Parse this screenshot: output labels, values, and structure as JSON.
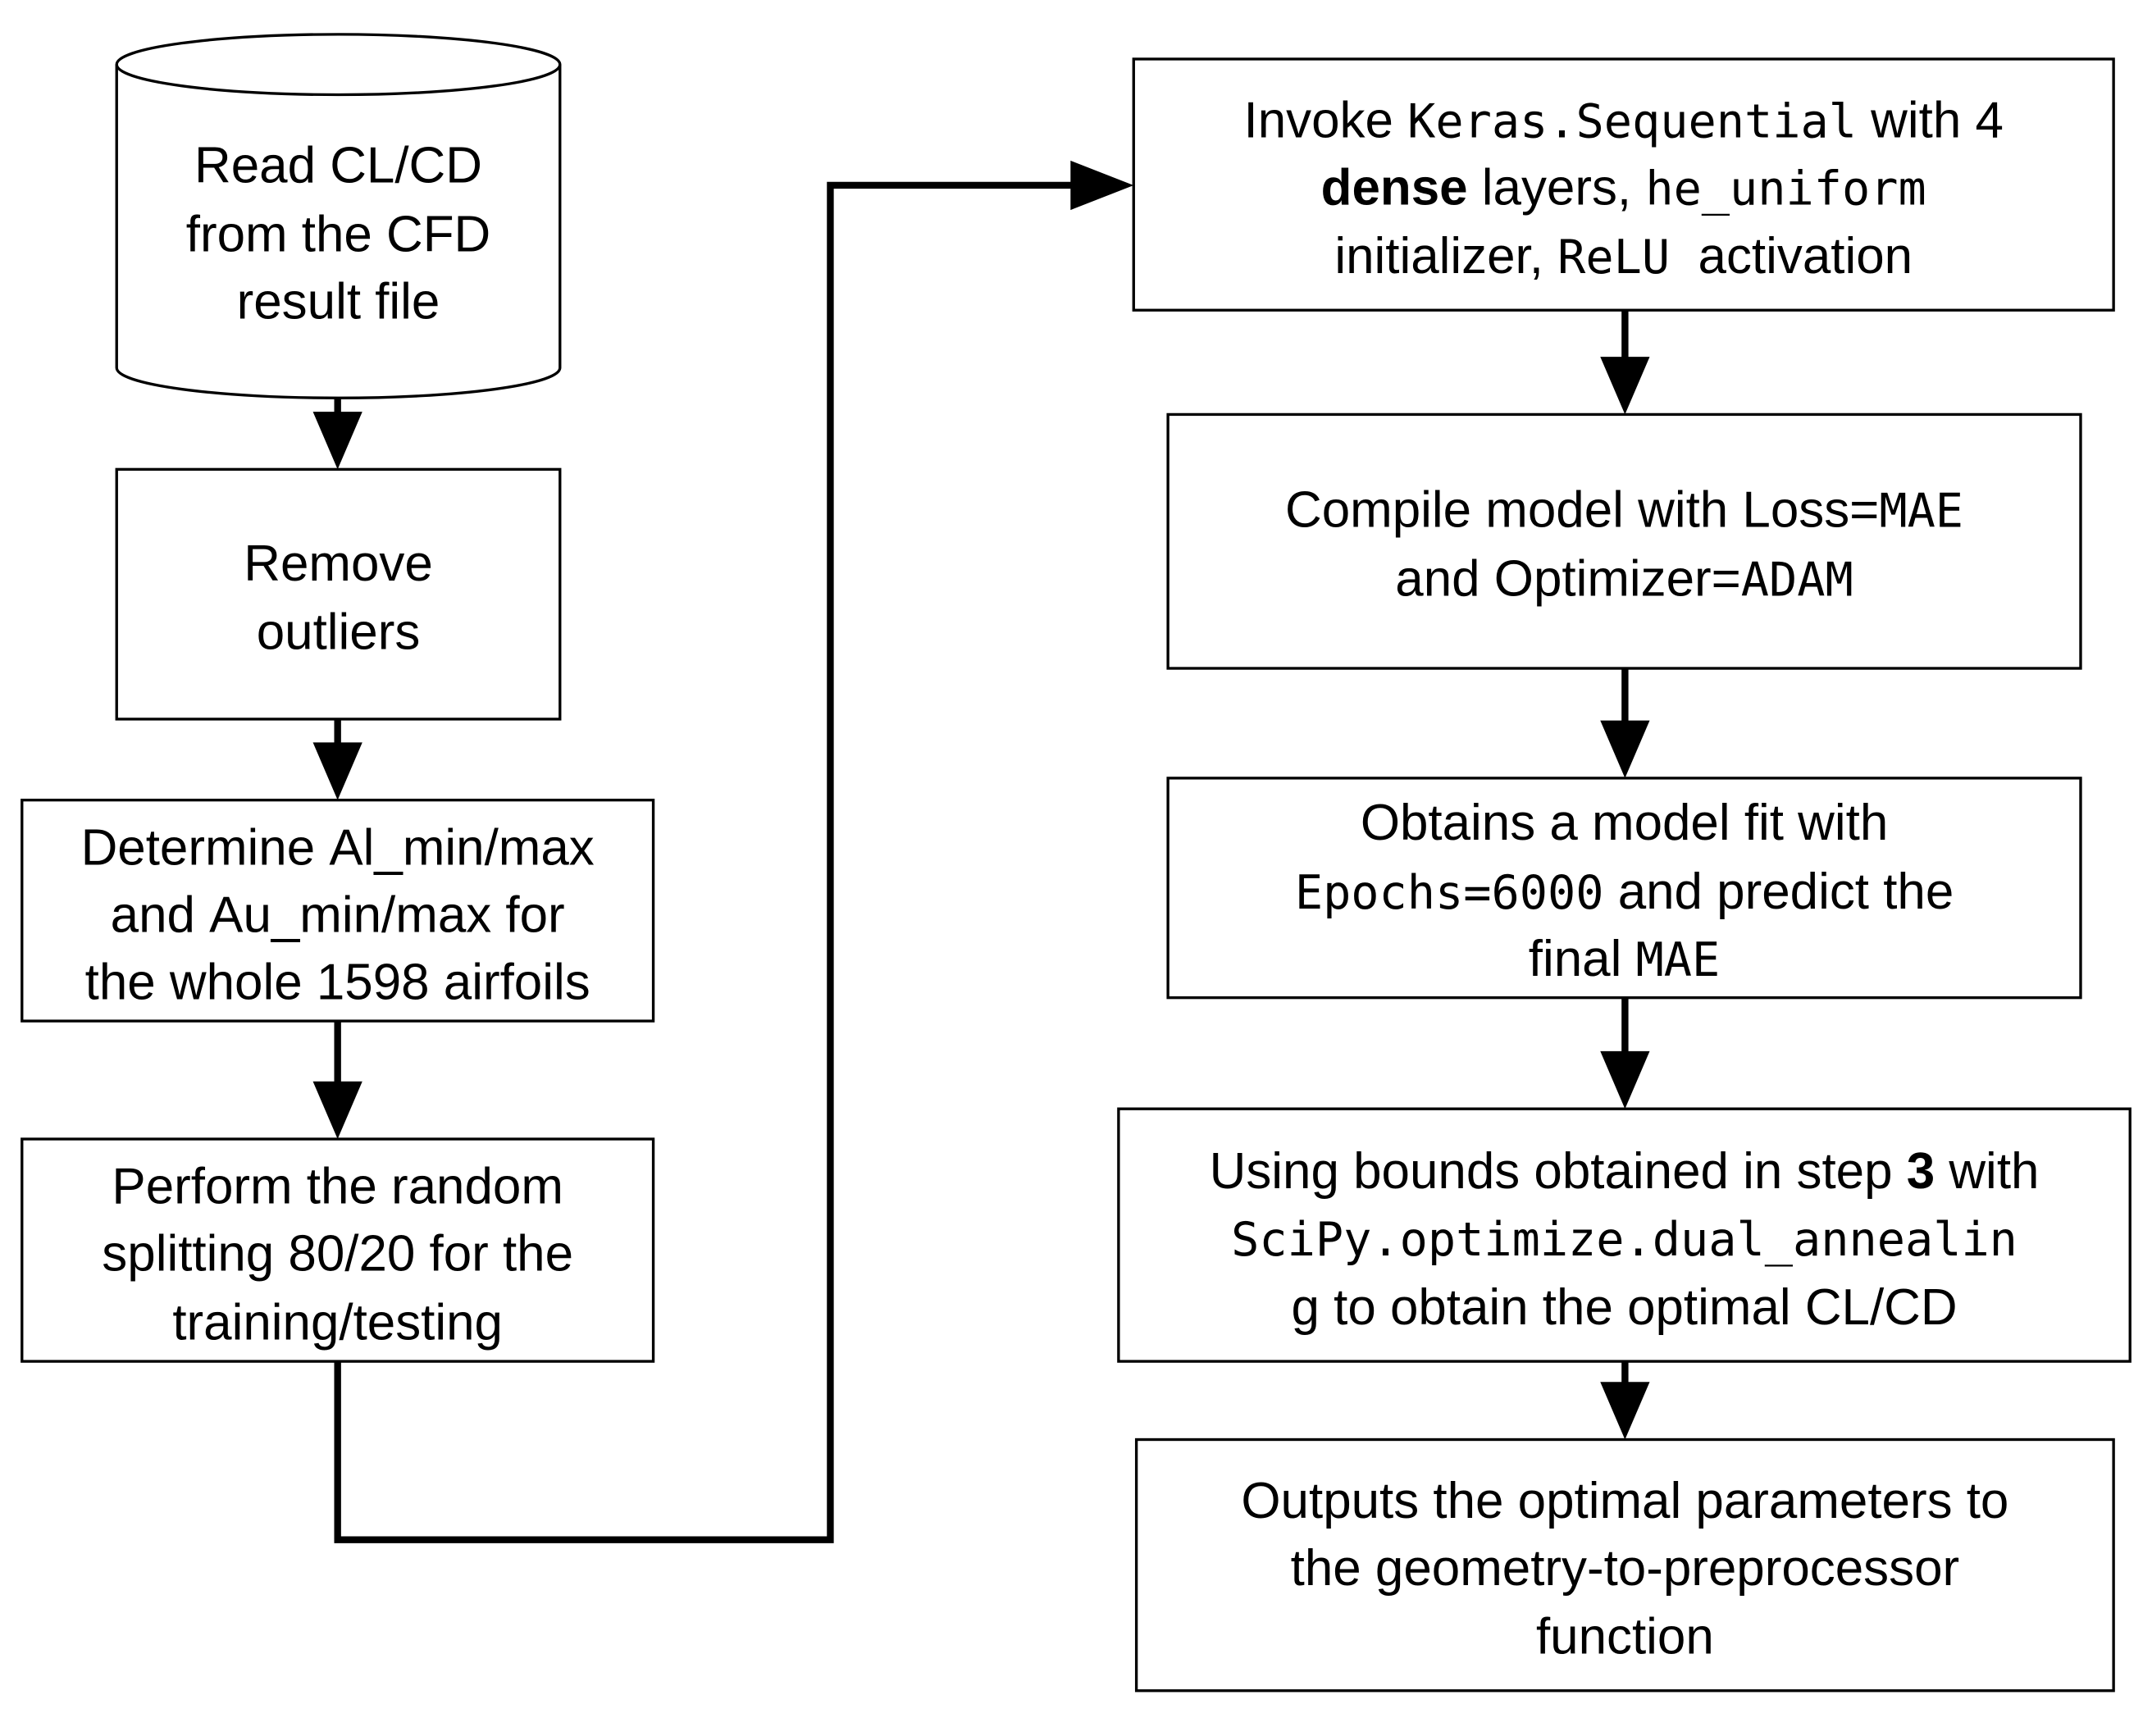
{
  "colors": {
    "stroke": "#000000",
    "fill": "#ffffff"
  },
  "nodes": [
    {
      "id": "read-cl-cd",
      "shape": "cylinder",
      "lines": [
        [
          {
            "text": "Read CL/CD"
          }
        ],
        [
          {
            "text": "from the CFD"
          }
        ],
        [
          {
            "text": "result file"
          }
        ]
      ]
    },
    {
      "id": "remove-outliers",
      "shape": "rect",
      "lines": [
        [
          {
            "text": "Remove"
          }
        ],
        [
          {
            "text": "outliers"
          }
        ]
      ]
    },
    {
      "id": "determine-bounds",
      "shape": "rect",
      "lines": [
        [
          {
            "text": "Determine Al_min/max"
          }
        ],
        [
          {
            "text": "and Au_min/max for"
          }
        ],
        [
          {
            "text": "the whole 1598 airfoils"
          }
        ]
      ]
    },
    {
      "id": "random-splitting",
      "shape": "rect",
      "lines": [
        [
          {
            "text": "Perform the random"
          }
        ],
        [
          {
            "text": "splitting 80/20 for the"
          }
        ],
        [
          {
            "text": "training/testing"
          }
        ]
      ]
    },
    {
      "id": "invoke-keras",
      "shape": "rect",
      "lines": [
        [
          {
            "text": "Invoke "
          },
          {
            "text": "Keras.Sequential",
            "style": "mono"
          },
          {
            "text": " with 4"
          }
        ],
        [
          {
            "text": "dense",
            "style": "bold"
          },
          {
            "text": " layers, "
          },
          {
            "text": "he_uniform",
            "style": "mono"
          }
        ],
        [
          {
            "text": "initializer, "
          },
          {
            "text": "ReLU",
            "style": "mono"
          },
          {
            "text": "  activation"
          }
        ]
      ]
    },
    {
      "id": "compile-model",
      "shape": "rect",
      "lines": [
        [
          {
            "text": "Compile model with Loss="
          },
          {
            "text": "MAE",
            "style": "mono"
          }
        ],
        [
          {
            "text": "and Optimizer="
          },
          {
            "text": "ADAM",
            "style": "mono"
          }
        ]
      ]
    },
    {
      "id": "model-fit",
      "shape": "rect",
      "lines": [
        [
          {
            "text": "Obtains a model fit with"
          }
        ],
        [
          {
            "text": "Epochs=6000",
            "style": "mono"
          },
          {
            "text": " and predict the"
          }
        ],
        [
          {
            "text": "final "
          },
          {
            "text": "MAE",
            "style": "mono"
          }
        ]
      ]
    },
    {
      "id": "dual-annealing",
      "shape": "rect",
      "lines": [
        [
          {
            "text": "Using bounds obtained in step "
          },
          {
            "text": "3",
            "style": "bold"
          },
          {
            "text": " with"
          }
        ],
        [
          {
            "text": "SciPy.optimize.dual_annealin",
            "style": "mono"
          }
        ],
        [
          {
            "text": "g to obtain the optimal CL/CD"
          }
        ]
      ]
    },
    {
      "id": "outputs-parameters",
      "shape": "rect",
      "lines": [
        [
          {
            "text": "Outputs the optimal parameters to"
          }
        ],
        [
          {
            "text": "the geometry-to-preprocessor"
          }
        ],
        [
          {
            "text": "function"
          }
        ]
      ]
    }
  ],
  "edges": [
    {
      "from": "read-cl-cd",
      "to": "remove-outliers"
    },
    {
      "from": "remove-outliers",
      "to": "determine-bounds"
    },
    {
      "from": "determine-bounds",
      "to": "random-splitting"
    },
    {
      "from": "random-splitting",
      "to": "invoke-keras"
    },
    {
      "from": "invoke-keras",
      "to": "compile-model"
    },
    {
      "from": "compile-model",
      "to": "model-fit"
    },
    {
      "from": "model-fit",
      "to": "dual-annealing"
    },
    {
      "from": "dual-annealing",
      "to": "outputs-parameters"
    }
  ]
}
